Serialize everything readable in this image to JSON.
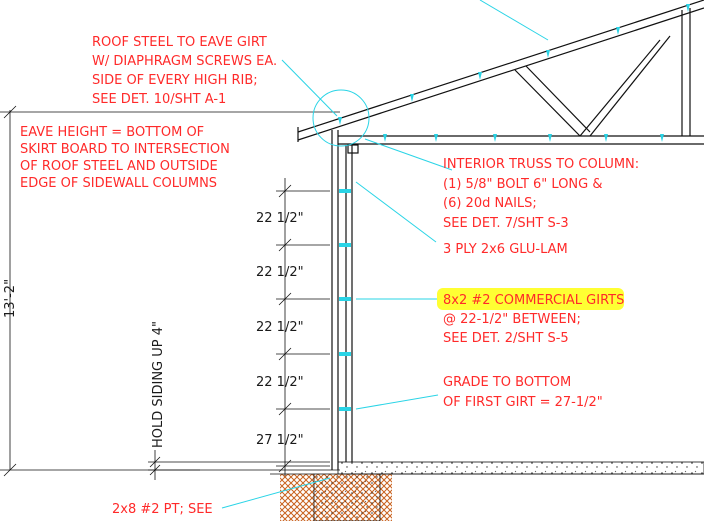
{
  "notes": {
    "roof_steel": [
      "ROOF STEEL TO EAVE GIRT",
      "W/ DIAPHRAGM SCREWS EA.",
      "SIDE OF EVERY HIGH RIB;",
      "SEE DET. 10/SHT A-1"
    ],
    "eave_height": [
      "EAVE HEIGHT = BOTTOM OF",
      "SKIRT BOARD TO INTERSECTION",
      "OF ROOF STEEL AND OUTSIDE",
      "EDGE OF SIDEWALL COLUMNS"
    ],
    "interior_truss": [
      "INTERIOR TRUSS TO COLUMN:",
      "(1) 5/8\" BOLT 6\" LONG &",
      "(6) 20d NAILS;",
      "SEE DET. 7/SHT S-3"
    ],
    "glulam": "3 PLY 2x6 GLU-LAM",
    "girts": [
      "8x2 #2 COMMERCIAL GIRTS",
      "@ 22-1/2\" BETWEEN;",
      "SEE DET. 2/SHT S-5"
    ],
    "grade": [
      "GRADE TO BOTTOM",
      "OF FIRST GIRT = 27-1/2\""
    ],
    "skirt": "2x8 #2 PT; SEE"
  },
  "dimensions": {
    "overall": "13'-2\"",
    "girt_spacing": [
      "22 1/2\"",
      "22 1/2\"",
      "22 1/2\"",
      "22 1/2\"",
      "27 1/2\""
    ],
    "siding": "HOLD SIDING UP 4\""
  },
  "colors": {
    "note_text": "#ff2a2a",
    "leader": "#2ad4e6",
    "linework": "#111111",
    "highlight": "#ffff33"
  }
}
